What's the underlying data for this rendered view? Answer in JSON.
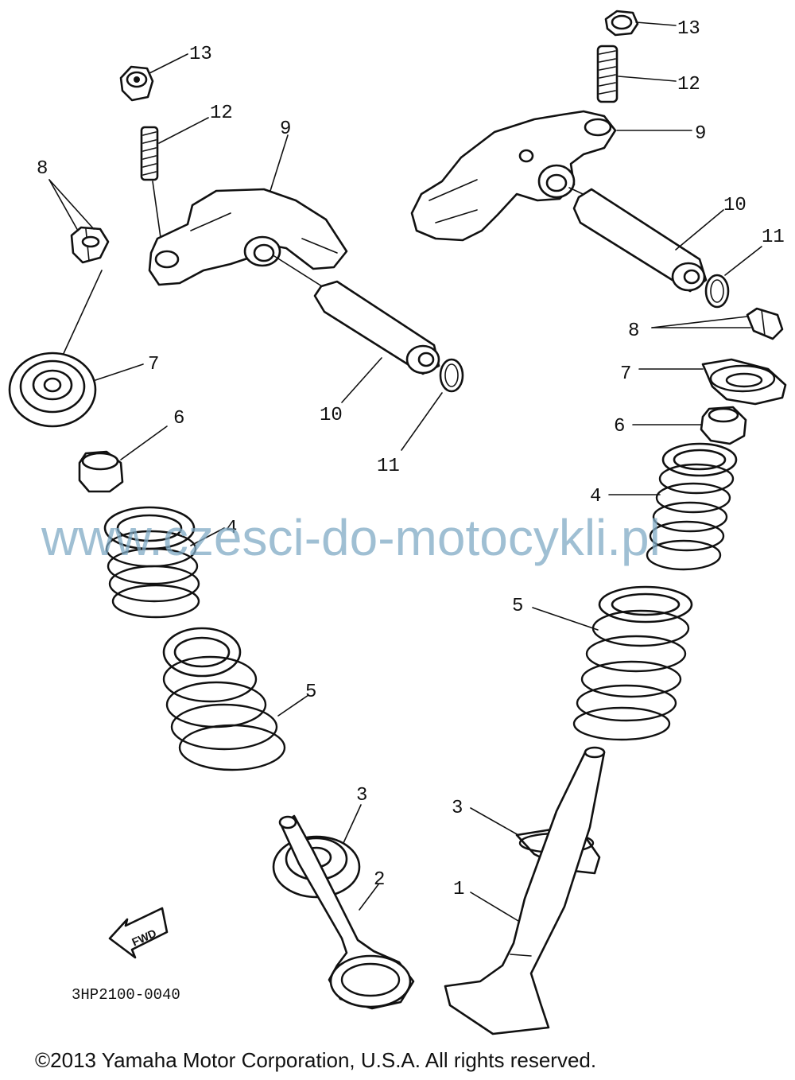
{
  "labels": {
    "l13a": "13",
    "l12a": "12",
    "l9a": "9",
    "l8a": "8",
    "l7a": "7",
    "l6a": "6",
    "l4a": "4",
    "l5a": "5",
    "l10a": "10",
    "l11a": "11",
    "l3a": "3",
    "l2": "2",
    "l13b": "13",
    "l12b": "12",
    "l9b": "9",
    "l10b": "10",
    "l11b": "11",
    "l8b": "8",
    "l7b": "7",
    "l6b": "6",
    "l4b": "4",
    "l5b": "5",
    "l3b": "3",
    "l1": "1"
  },
  "fwd_badge": "FWD",
  "diagram_code": "3HP2100-0040",
  "watermark": "www.czesci-do-motocykli.pl",
  "copyright": "©2013 Yamaha Motor Corporation, U.S.A. All rights reserved."
}
